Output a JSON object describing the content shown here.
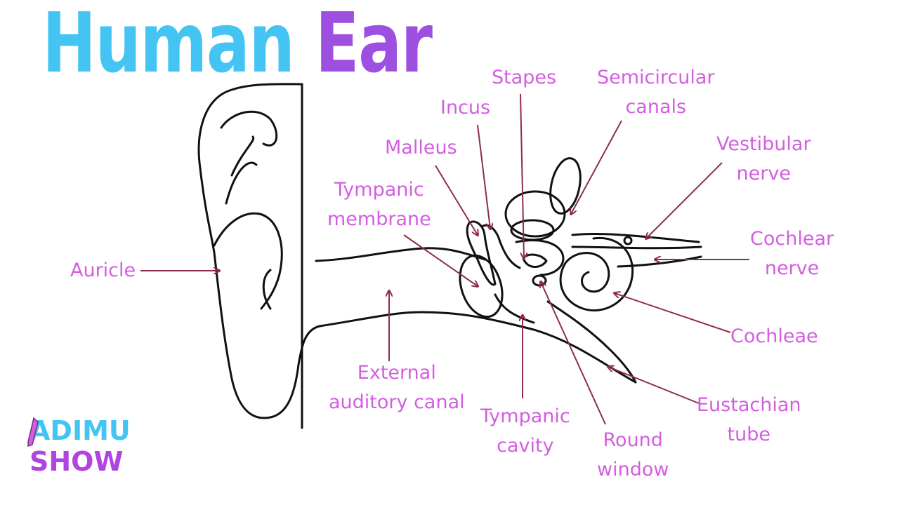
{
  "title": {
    "word1": "Human",
    "word2": "Ear"
  },
  "colors": {
    "title_blue": "#43c4f2",
    "title_purple": "#9d4fe0",
    "label": "#d35ee0",
    "arrow": "#8e2a54",
    "outline": "#111111"
  },
  "labels": {
    "auricle": [
      "Auricle"
    ],
    "tympanic_membrane": [
      "Tympanic",
      "membrane"
    ],
    "malleus": [
      "Malleus"
    ],
    "incus": [
      "Incus"
    ],
    "stapes": [
      "Stapes"
    ],
    "semicircular_canals": [
      "Semicircular",
      "canals"
    ],
    "vestibular_nerve": [
      "Vestibular",
      "nerve"
    ],
    "cochlear_nerve": [
      "Cochlear",
      "nerve"
    ],
    "cochleae": [
      "Cochleae"
    ],
    "eustachian_tube": [
      "Eustachian",
      "tube"
    ],
    "round_window": [
      "Round",
      "window"
    ],
    "tympanic_cavity": [
      "Tympanic",
      "cavity"
    ],
    "external_auditory_canal": [
      "External",
      "auditory canal"
    ]
  },
  "logo": {
    "line1": "ADIMU",
    "line2": "SHOW",
    "icon": "pencil-icon"
  }
}
